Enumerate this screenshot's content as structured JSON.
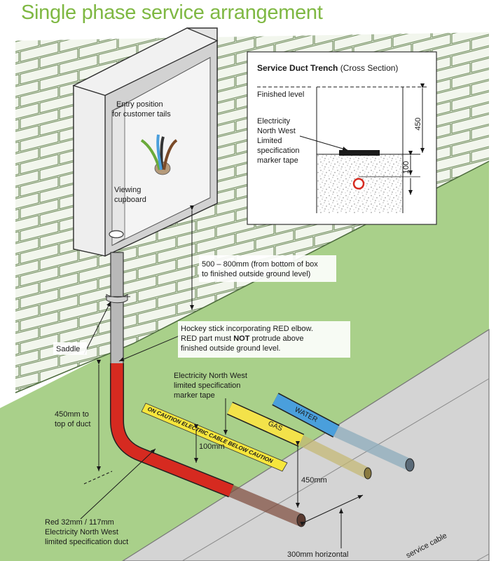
{
  "title": "Single phase service arrangement",
  "colors": {
    "title_green": "#7fb843",
    "wall": "#f2f6ed",
    "ground": "#a9d08a",
    "road": "#d4d4d4",
    "duct_red": "#d62a20",
    "gas_yellow": "#f3e24a",
    "water_blue": "#4a9fdc",
    "tape_yellow": "#f6e63c"
  },
  "labels": {
    "entry_position": [
      "Entry position",
      "for customer tails"
    ],
    "viewing_cupboard": [
      "Viewing",
      "cupboard"
    ],
    "box_height": [
      "500 – 800mm (from bottom of box",
      "to finished outside ground level)"
    ],
    "saddle": "Saddle",
    "hockey_stick": [
      "Hockey stick incorporating RED elbow.",
      "RED part must ",
      "NOT",
      " protrude above",
      "finished outside ground level."
    ],
    "marker_tape": [
      "Electricity North West",
      "limited specification",
      "marker tape"
    ],
    "duct_depth": [
      "450mm to",
      "top of duct"
    ],
    "tape_depth": "100mm",
    "tape_text": "ON  CAUTION ELECTRIC CABLE BELOW CAUTION",
    "gas": "GAS",
    "water": "WATER",
    "pipe_depth": "450mm",
    "red_duct": [
      "Red 32mm / 117mm",
      "Electricity North West",
      "limited specification duct"
    ],
    "horizontal": "300mm horizontal",
    "service_cable": "service cable"
  },
  "inset": {
    "title_bold": "Service Duct Trench",
    "title_rest": " (Cross Section)",
    "finished_level": "Finished level",
    "tape_label": [
      "Electricity",
      "North West",
      "Limited",
      "specification",
      "marker tape"
    ],
    "dim_450": "450",
    "dim_100": "100"
  },
  "icons": [
    "saddle-clip-icon",
    "cable-entry-icon"
  ]
}
